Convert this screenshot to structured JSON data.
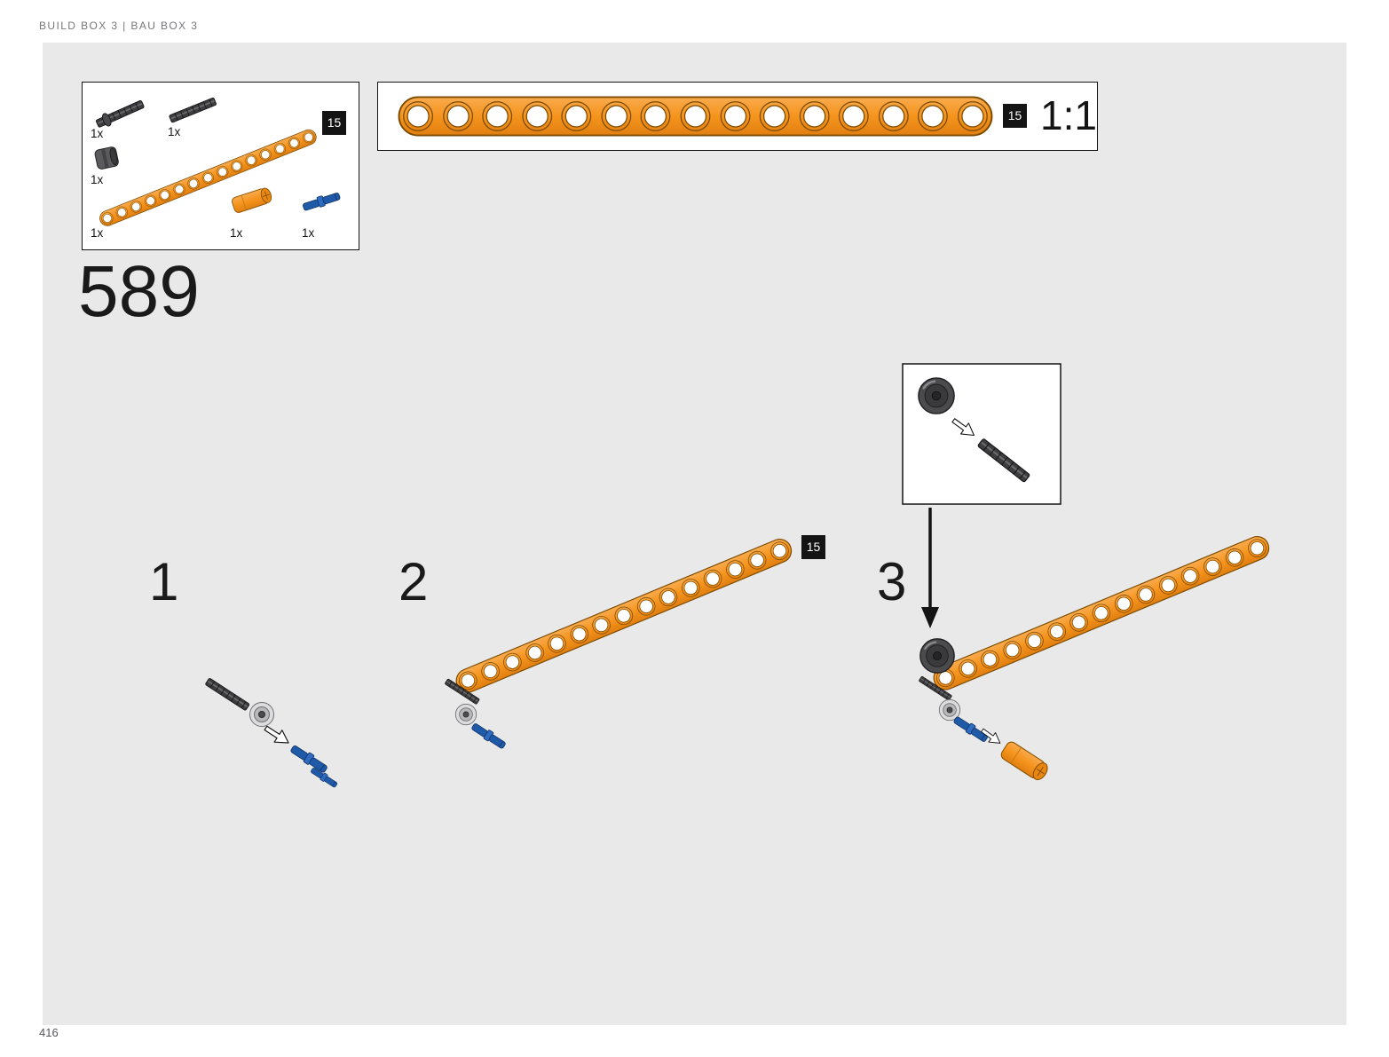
{
  "header": {
    "title": "BUILD BOX 3 | BAU BOX 3"
  },
  "page_number": "416",
  "step_heading": "589",
  "parts_box": {
    "badge": "15",
    "parts": [
      {
        "id": "dark-axle-with-stop",
        "qty": "1x"
      },
      {
        "id": "dark-axle",
        "qty": "1x"
      },
      {
        "id": "dark-gray-bush",
        "qty": "1x"
      },
      {
        "id": "orange-beam-15",
        "qty": "1x"
      },
      {
        "id": "orange-axle-connector",
        "qty": "1x"
      },
      {
        "id": "blue-pin",
        "qty": "1x"
      }
    ]
  },
  "scale_box": {
    "badge": "15",
    "scale": "1:1",
    "beam_holes": 15
  },
  "steps": [
    {
      "label": "1"
    },
    {
      "label": "2",
      "badge": "15"
    },
    {
      "label": "3"
    }
  ],
  "colors": {
    "beam_orange": "#f5941d",
    "pin_blue": "#1e5aa8",
    "panel_gray": "#e9e9e9",
    "badge_black": "#141414"
  }
}
